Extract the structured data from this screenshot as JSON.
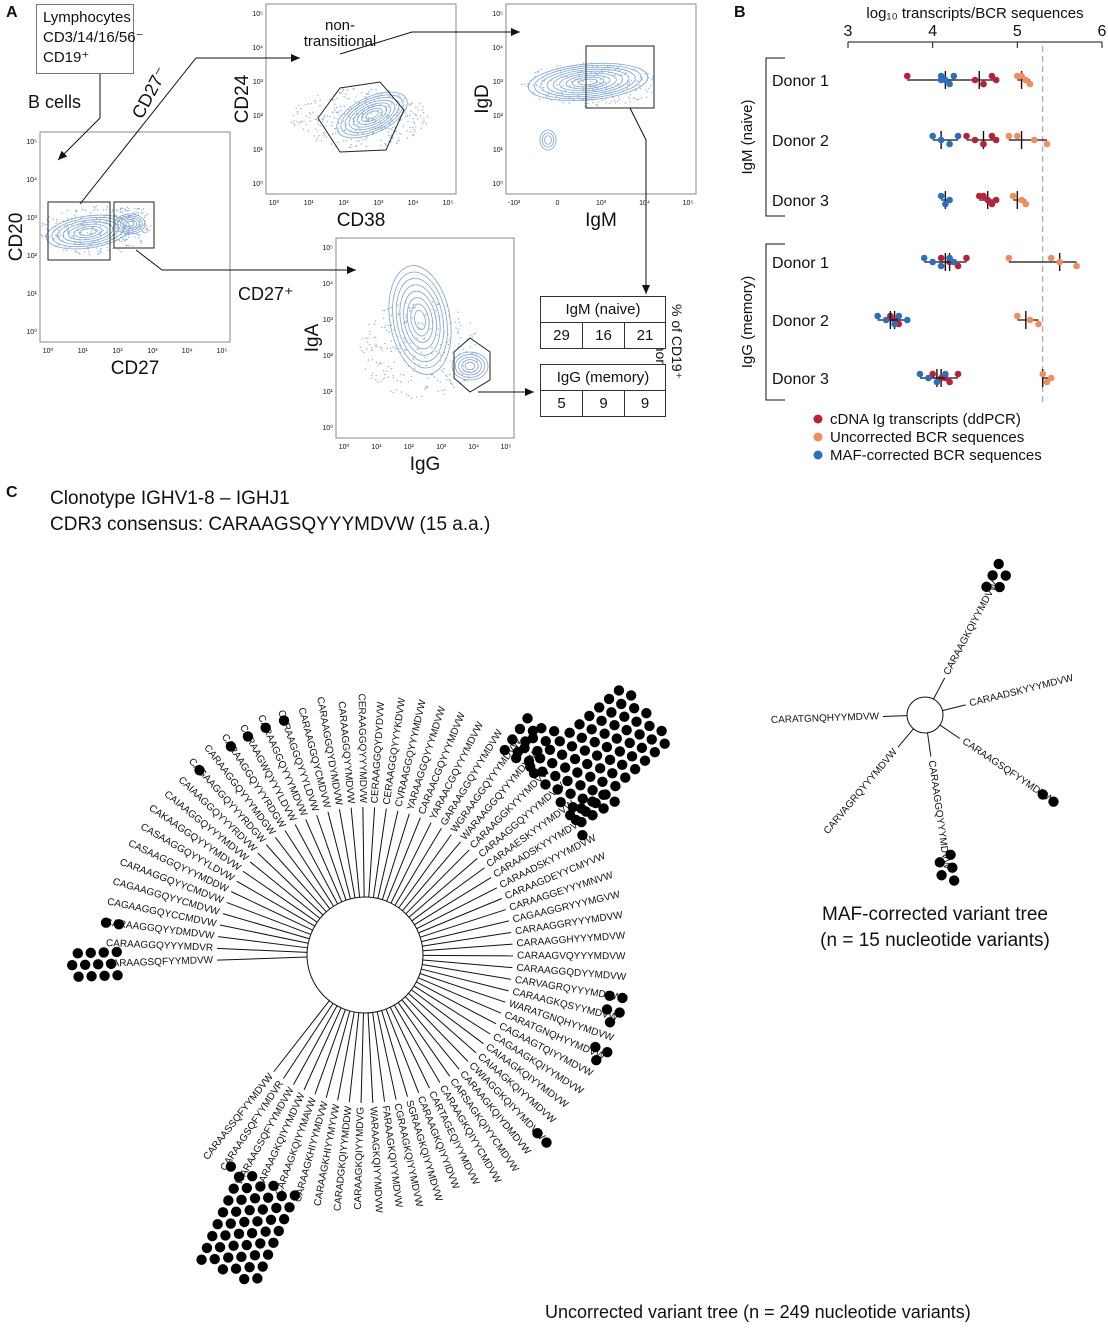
{
  "panels": {
    "a": "A",
    "b": "B",
    "c": "C"
  },
  "panel_a": {
    "lineage": [
      "Lymphocytes",
      "CD3/14/16/56⁻",
      "CD19⁺"
    ],
    "b_cells": "B cells",
    "cd27_neg": "CD27⁻",
    "cd27_pos": "CD27⁺",
    "non_transitional": [
      "non-",
      "transitional"
    ],
    "plots": {
      "p1": {
        "x": "CD27",
        "y": "CD20"
      },
      "p2": {
        "x": "CD38",
        "y": "CD24"
      },
      "p3": {
        "x": "IgM",
        "y": "IgD"
      },
      "p4": {
        "x": "IgG",
        "y": "IgA"
      }
    },
    "tick_labels_x": [
      "10⁰",
      "10¹",
      "10²",
      "10³",
      "10⁴",
      "10⁵"
    ],
    "tick_labels_y": [
      "10⁵",
      "10⁴",
      "10³",
      "10²",
      "10¹",
      "10⁰"
    ],
    "tick_labels_x_igm": [
      "-10³",
      "0",
      "10³",
      "10⁴",
      "10⁵"
    ],
    "igm_naive": {
      "label": "IgM (naive)",
      "values": [
        "29",
        "16",
        "21"
      ]
    },
    "igg_memory": {
      "label": "IgG (memory)",
      "values": [
        "5",
        "9",
        "9"
      ]
    },
    "percent_label": [
      "% of CD19⁺",
      "per donor"
    ]
  },
  "panel_b": {
    "axis_title": "log₁₀ transcripts/BCR sequences",
    "groups": [
      {
        "label": "IgM (naive)",
        "donors": [
          "Donor 1",
          "Donor 2",
          "Donor 3"
        ]
      },
      {
        "label": "IgG (memory)",
        "donors": [
          "Donor 1",
          "Donor 2",
          "Donor 3"
        ]
      }
    ],
    "legend": [
      {
        "label": "cDNA Ig transcripts (ddPCR)",
        "color": "#b8213a"
      },
      {
        "label": "Uncorrected BCR sequences",
        "color": "#f08c5e"
      },
      {
        "label": "MAF-corrected BCR sequences",
        "color": "#2c6fba"
      }
    ]
  },
  "chart_data": {
    "type": "scatter",
    "xlabel": "log₁₀ transcripts/BCR sequences",
    "xlim": [
      3,
      6
    ],
    "xticks": [
      3,
      4,
      5,
      6
    ],
    "reference_line": 5.3,
    "categories": [
      "IgM (naive) Donor 1",
      "IgM (naive) Donor 2",
      "IgM (naive) Donor 3",
      "IgG (memory) Donor 1",
      "IgG (memory) Donor 2",
      "IgG (memory) Donor 3"
    ],
    "series": [
      {
        "name": "cDNA Ig transcripts (ddPCR)",
        "color": "#b8213a",
        "means": [
          4.55,
          4.6,
          4.65,
          4.2,
          3.55,
          4.1
        ],
        "points": [
          [
            3.7,
            4.5,
            4.6,
            4.7,
            4.75,
            4.6
          ],
          [
            4.4,
            4.5,
            4.6,
            4.7,
            4.75,
            4.6
          ],
          [
            4.6,
            4.65,
            4.7,
            4.55,
            4.75
          ],
          [
            4.1,
            4.2,
            4.3,
            4.4,
            4.25
          ],
          [
            3.5,
            3.55,
            3.6
          ],
          [
            4.0,
            4.1,
            4.2,
            4.3,
            4.15
          ]
        ]
      },
      {
        "name": "Uncorrected BCR sequences",
        "color": "#f08c5e",
        "means": [
          5.05,
          5.05,
          5.0,
          5.5,
          5.1,
          5.3
        ],
        "points": [
          [
            5.0,
            5.1,
            5.15,
            5.05
          ],
          [
            4.9,
            5.2,
            5.35,
            5.0
          ],
          [
            4.95,
            5.05,
            5.1
          ],
          [
            4.9,
            5.5,
            5.7,
            5.4
          ],
          [
            5.0,
            5.15,
            5.25
          ],
          [
            5.3,
            5.4,
            5.35
          ]
        ]
      },
      {
        "name": "MAF-corrected BCR sequences",
        "color": "#2c6fba",
        "means": [
          4.15,
          4.1,
          4.15,
          4.15,
          3.5,
          4.05
        ],
        "points": [
          [
            4.1,
            4.15,
            4.2,
            4.25,
            4.1
          ],
          [
            4.0,
            4.1,
            4.2,
            4.3
          ],
          [
            4.1,
            4.2,
            4.15
          ],
          [
            3.9,
            4.0,
            4.1,
            4.2,
            4.25
          ],
          [
            3.35,
            3.45,
            3.55,
            3.6,
            3.7
          ],
          [
            3.85,
            3.95,
            4.05,
            4.15
          ]
        ]
      }
    ]
  },
  "panel_c": {
    "clonotype": "Clonotype IGHV1-8 – IGHJ1",
    "consensus": "CDR3 consensus: CARAAGSQYYYMDVW (15 a.a.)",
    "uncorrected_caption": "Uncorrected variant tree (n = 249 nucleotide variants)",
    "maf_caption": [
      "MAF-corrected variant tree",
      "(n = 15 nucleotide variants)"
    ],
    "big_tree_leaves": [
      {
        "label": "CARAAGSQFYYMDVW",
        "count": 12
      },
      {
        "label": "CARAAGGQYYYMDVR",
        "count": 0
      },
      {
        "label": "CARAAGGQYYDMDVW",
        "count": 2
      },
      {
        "label": "CAGAAGGQYCCMDVW",
        "count": 0
      },
      {
        "label": "CAGAAGGQYYCMDVW",
        "count": 0
      },
      {
        "label": "CARAAGGQYYCMDVW",
        "count": 0
      },
      {
        "label": "CASAAGGQYYYMDDW",
        "count": 0
      },
      {
        "label": "CASAAGGQYYYLDVW",
        "count": 0
      },
      {
        "label": "CAKAAGGQYYYMDVW",
        "count": 0
      },
      {
        "label": "CAIAAGGQYYYMDVW",
        "count": 0
      },
      {
        "label": "CAIAAGGQYYYRDVW",
        "count": 0
      },
      {
        "label": "CAGAAGGQYYYRDGW",
        "count": 1
      },
      {
        "label": "CARAAGGQYYYMDGW",
        "count": 0
      },
      {
        "label": "CARAAGGQYYYRDGW",
        "count": 1
      },
      {
        "label": "CARAAGWQYYYLDVW",
        "count": 1
      },
      {
        "label": "CARAAGGQYYYMDVW",
        "count": 1
      },
      {
        "label": "CARAAGGQYYYLDVW",
        "count": 1
      },
      {
        "label": "CARAAGGQYCMDVW",
        "count": 0
      },
      {
        "label": "CARAAGGQYDYMDVW",
        "count": 0
      },
      {
        "label": "CARAAGGQYYMDVW",
        "count": 0
      },
      {
        "label": "CERAAGGQYYYMDVW",
        "count": 0
      },
      {
        "label": "CERAAGGQYDYDVW",
        "count": 0
      },
      {
        "label": "CERAAGGQYYYKDVW",
        "count": 0
      },
      {
        "label": "CVRAAGGQYYYMDVW",
        "count": 0
      },
      {
        "label": "YARAAGGQYYYMDVW",
        "count": 0
      },
      {
        "label": "CARAACGQYYYMDVW",
        "count": 0
      },
      {
        "label": "YARAACGQYYYMDVW",
        "count": 0
      },
      {
        "label": "GARAAGGQYYYMDVW",
        "count": 0
      },
      {
        "label": "WGRAAGGQYYYMDVW",
        "count": 7
      },
      {
        "label": "WARAAGGQYYYMDVW",
        "count": 9
      },
      {
        "label": "CARAAGGKYYYMDVW",
        "count": 0
      },
      {
        "label": "CARAAGGQYYYMDVW",
        "count": 70
      },
      {
        "label": "CARAAESKYYYMDVW",
        "count": 0
      },
      {
        "label": "CARAADSKYYYMDVG",
        "count": 9
      },
      {
        "label": "CARAADSKYYYMDVW",
        "count": 0
      },
      {
        "label": "CARAAGDEYYCMYVW",
        "count": 0
      },
      {
        "label": "CARAAGGEYYYMNVW",
        "count": 0
      },
      {
        "label": "CAGAAGGRYYYMGVW",
        "count": 0
      },
      {
        "label": "CARAAGGRYYYMDVW",
        "count": 0
      },
      {
        "label": "CARAAGGHYYYMDVW",
        "count": 0
      },
      {
        "label": "CARAAGVQYYYMDVW",
        "count": 0
      },
      {
        "label": "CARAAGGQDYYMDVW",
        "count": 0
      },
      {
        "label": "CARVAGRQYYYMDVW",
        "count": 2
      },
      {
        "label": "CARAAGKQSYYMDVW",
        "count": 3
      },
      {
        "label": "WARATGNQHYYMDVW",
        "count": 0
      },
      {
        "label": "CARATGNQHYYMDVW",
        "count": 3
      },
      {
        "label": "CAGAAGTQIYYMDVW",
        "count": 0
      },
      {
        "label": "CAGAAGKQIYYMDVW",
        "count": 0
      },
      {
        "label": "CAIAAGKQIYYMDVW",
        "count": 0
      },
      {
        "label": "CAIAAGKQIYYMDVW",
        "count": 0
      },
      {
        "label": "CWIAGGKQIYYMDVW",
        "count": 2
      },
      {
        "label": "CARAAGKQIYDMDVW",
        "count": 0
      },
      {
        "label": "CARSAGKQIYYCMDVW",
        "count": 0
      },
      {
        "label": "CARAAGKQIYYCMDVW",
        "count": 0
      },
      {
        "label": "CARTAGEQIYYMDVW",
        "count": 0
      },
      {
        "label": "CARAAGKQIYYIDVW",
        "count": 0
      },
      {
        "label": "SGRAAGKQIYYMDVW",
        "count": 0
      },
      {
        "label": "CGRAAGKQIYYMDVW",
        "count": 0
      },
      {
        "label": "FARAAGKQIYYMDVW",
        "count": 0
      },
      {
        "label": "WARAAGKQIYYMDVW",
        "count": 0
      },
      {
        "label": "CARAAGKQIYYMDVG",
        "count": 0
      },
      {
        "label": "CARADGKQIYYMDDW",
        "count": 0
      },
      {
        "label": "CARAAGKHIYYMYVW",
        "count": 0
      },
      {
        "label": "CARAAGKHIYYMDVW",
        "count": 0
      },
      {
        "label": "CARAAGKQIYYMAVW",
        "count": 0
      },
      {
        "label": "CARAAGKQIYYMDVW",
        "count": 49
      },
      {
        "label": "WARAAGSQFYYMDVW",
        "count": 0
      },
      {
        "label": "CARAAGSQFYYMDVR",
        "count": 0
      },
      {
        "label": "CARAASSQFYYMDVW",
        "count": 0
      }
    ],
    "small_tree_leaves": [
      {
        "label": "CARAAGKQIYYMDVW",
        "count": 5
      },
      {
        "label": "CARAADSKYYYMDVW",
        "count": 0
      },
      {
        "label": "CARAAGSQFYYMDVW",
        "count": 2
      },
      {
        "label": "CARAAGGQYYYMDVW",
        "count": 5
      },
      {
        "label": "CARVAGRQYYYMDVW",
        "count": 0
      },
      {
        "label": "CARATGNQHYYMDVW",
        "count": 0
      }
    ]
  }
}
